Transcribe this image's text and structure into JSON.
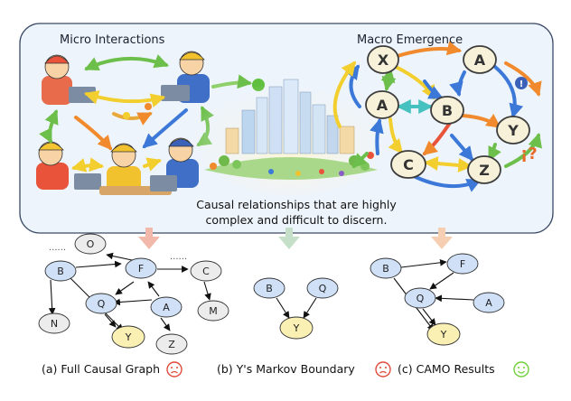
{
  "top_panel": {
    "micro_title": "Micro Interactions",
    "macro_title": "Macro Emergence",
    "caption_line1": "Causal relationships that are highly",
    "caption_line2": "complex and difficult to discern.",
    "macro_nodes": [
      "X",
      "A",
      "A",
      "B",
      "Y",
      "C",
      "Z"
    ],
    "question_marks": "¡?",
    "exclaim": "!"
  },
  "graphs": {
    "full": {
      "caption": "(a) Full Causal Graph",
      "ellipsis_left": "......",
      "ellipsis_right": "......",
      "nodes": [
        "O",
        "B",
        "F",
        "C",
        "Q",
        "A",
        "N",
        "M",
        "Y",
        "Z"
      ]
    },
    "markov": {
      "caption": "(b) Y's Markov Boundary",
      "nodes": [
        "B",
        "Q",
        "Y"
      ]
    },
    "camo": {
      "caption": "(c) CAMO Results",
      "nodes": [
        "B",
        "F",
        "Q",
        "A",
        "Y"
      ]
    }
  },
  "colors": {
    "panel_bg": "#eef4fb",
    "panel_border": "#3a4a66",
    "blue_node": "#cfe0f7",
    "yellow_node": "#fbf0b4",
    "gray_node": "#ececec",
    "sad_face": "#e24b3b",
    "happy_face": "#6fd13a",
    "arrow_red": "#f2b9aa",
    "arrow_green": "#c6dfc9",
    "arrow_orange": "#f6cfb2"
  },
  "icons": [
    "sad-face-icon",
    "sad-face-icon",
    "smile-face-icon",
    "laptop-icon",
    "city-icon"
  ]
}
